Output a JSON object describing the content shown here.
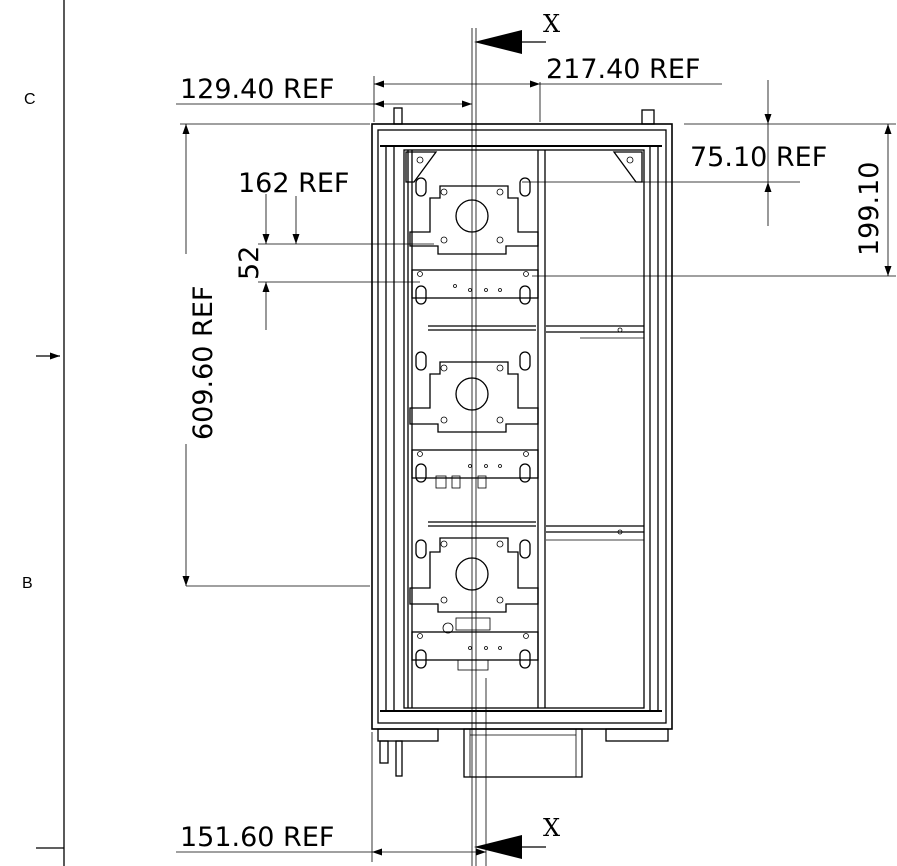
{
  "zones": {
    "c": "C",
    "b": "B"
  },
  "section": {
    "top": "X",
    "bottom": "X"
  },
  "dims": {
    "d129": "129.40 REF",
    "d217": "217.40 REF",
    "d75": "75.10 REF",
    "d199": "199.10",
    "d162": "162 REF",
    "d52": "52",
    "d609": "609.60 REF",
    "d151": "151.60 REF"
  }
}
